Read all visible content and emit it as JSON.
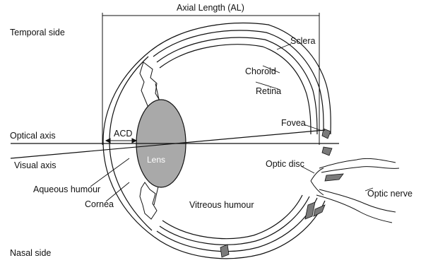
{
  "labels": {
    "axial_length": "Axial Length (AL)",
    "temporal_side": "Temporal side",
    "nasal_side": "Nasal side",
    "sclera": "Sclera",
    "choroid": "Choroid",
    "retina": "Retina",
    "fovea": "Fovea",
    "optical_axis": "Optical axis",
    "acd": "ACD",
    "lens": "Lens",
    "visual_axis": "Visual axis",
    "optic_disc": "Optic disc",
    "aqueous_humour": "Aqueous humour",
    "optic_nerve": "Optic nerve",
    "cornea": "Cornea",
    "vitreous_humour": "Vitreous humour"
  },
  "colors": {
    "line": "#111111",
    "lens_fill": "#a9a9a9",
    "dark_tissue": "#7a7a7a",
    "background": "#ffffff"
  }
}
